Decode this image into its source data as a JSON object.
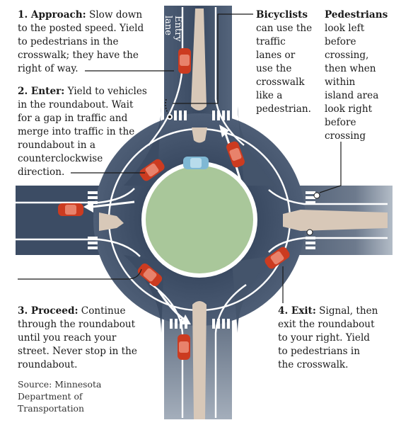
{
  "diagram": {
    "entry_lane_label_1": "Entry",
    "entry_lane_label_2": "lane",
    "steps": {
      "approach": {
        "heading": "1. Approach:",
        "line1": " Slow down",
        "line2": "to the posted speed. Yield",
        "line3": "to pedestrians in the",
        "line4": "crosswalk; they have the",
        "line5": "right of way."
      },
      "enter": {
        "heading": "2. Enter:",
        "line1": " Yield to vehicles",
        "line2": "in the roundabout. Wait",
        "line3": "for a gap in traffic and",
        "line4": "merge into traffic in the",
        "line5": "roundabout in a",
        "line6": "counterclockwise",
        "line7": "direction."
      },
      "proceed": {
        "heading": "3. Proceed:",
        "line1": " Continue",
        "line2": "through the roundabout",
        "line3": "until you reach your",
        "line4": "street. Never stop in the",
        "line5": "roundabout."
      },
      "exit": {
        "heading": "4. Exit:",
        "line1": " Signal, then",
        "line2": "exit the roundabout",
        "line3": "to your right. Yield",
        "line4": "to pedestrians in",
        "line5": "the crosswalk."
      }
    },
    "bicyclists": {
      "heading": "Bicyclists",
      "line1": "can use the",
      "line2": "traffic",
      "line3": "lanes or",
      "line4": "use the",
      "line5": "crosswalk",
      "line6": "like a",
      "line7": "pedestrian."
    },
    "pedestrians": {
      "heading": "Pedestrians",
      "line1": "look left",
      "line2": "before",
      "line3": "crossing,",
      "line4": "then when",
      "line5": "within",
      "line6": "island area",
      "line7": "look right",
      "line8": "before",
      "line9": "crossing"
    },
    "source": {
      "line1": "Source: Minnesota",
      "line2": "Department of",
      "line3": "Transportation"
    },
    "colors": {
      "road": "#3f4f66",
      "road_light": "#8a96a6",
      "island": "#a9c79a",
      "splitter": "#d8c8b8",
      "car": "#cc3b20",
      "car_blue": "#7fb8d4",
      "lane_line": "#ffffff"
    }
  }
}
